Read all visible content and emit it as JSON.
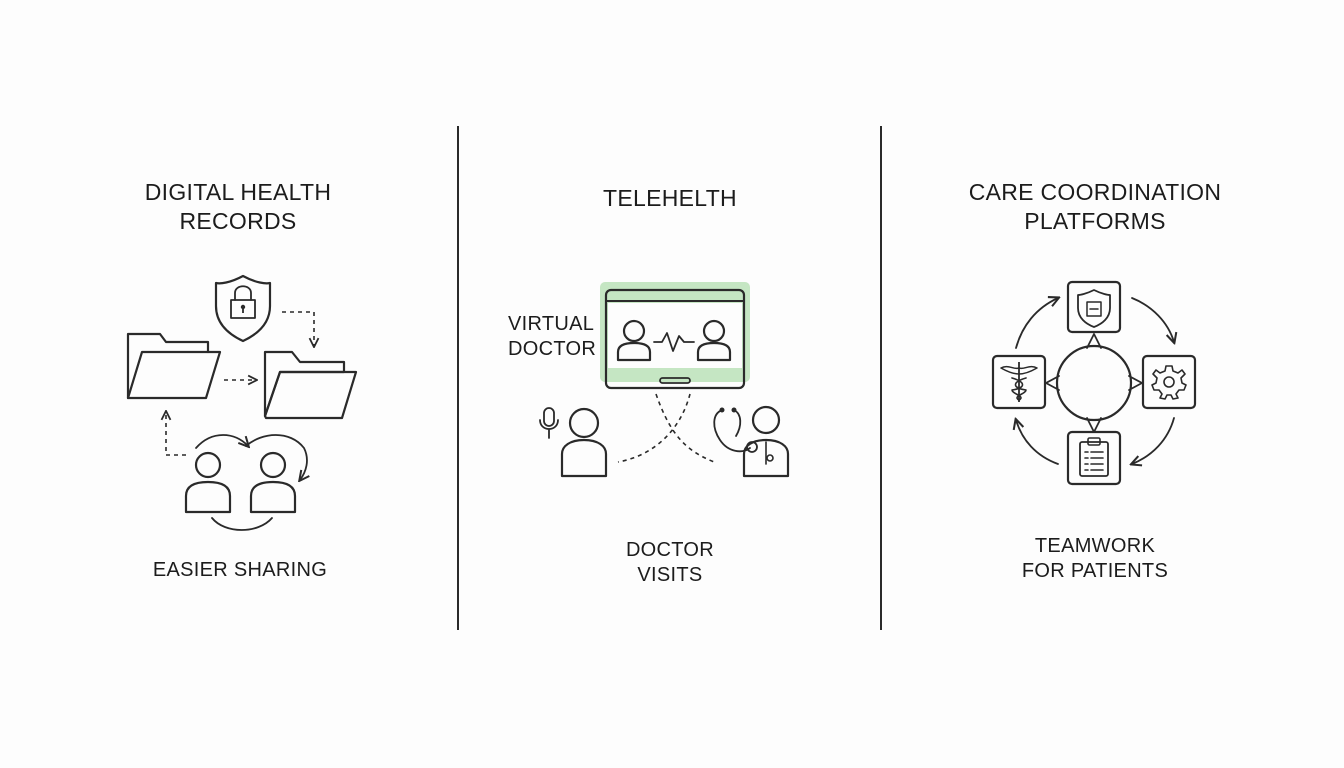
{
  "panels": [
    {
      "title_lines": [
        "DIGITAL HEALTH",
        "RECORDS"
      ],
      "caption_lines": [
        "EASIER SHARING"
      ],
      "icons": [
        "shield-lock-icon",
        "folder-icon",
        "folder-icon",
        "person-icon",
        "person-icon"
      ]
    },
    {
      "title_lines": [
        "TELEHELTH"
      ],
      "side_label_lines": [
        "VIRTUAL",
        "DOCTOR"
      ],
      "caption_lines": [
        "DOCTOR",
        "VISITS"
      ],
      "icons": [
        "monitor-icon",
        "microphone-icon",
        "person-icon",
        "stethoscope-icon",
        "doctor-icon"
      ]
    },
    {
      "title_lines": [
        "CARE COORDINATION",
        "PLATFORMS"
      ],
      "caption_lines": [
        "TEAMWORK",
        "FOR PATIENTS"
      ],
      "icons": [
        "shield-icon",
        "caduceus-icon",
        "gear-icon",
        "clipboard-icon"
      ]
    }
  ],
  "colors": {
    "blue": "#b5cff0",
    "green": "#c5e6c3",
    "peach": "#f4c9a4",
    "line": "#2a2a2a"
  }
}
